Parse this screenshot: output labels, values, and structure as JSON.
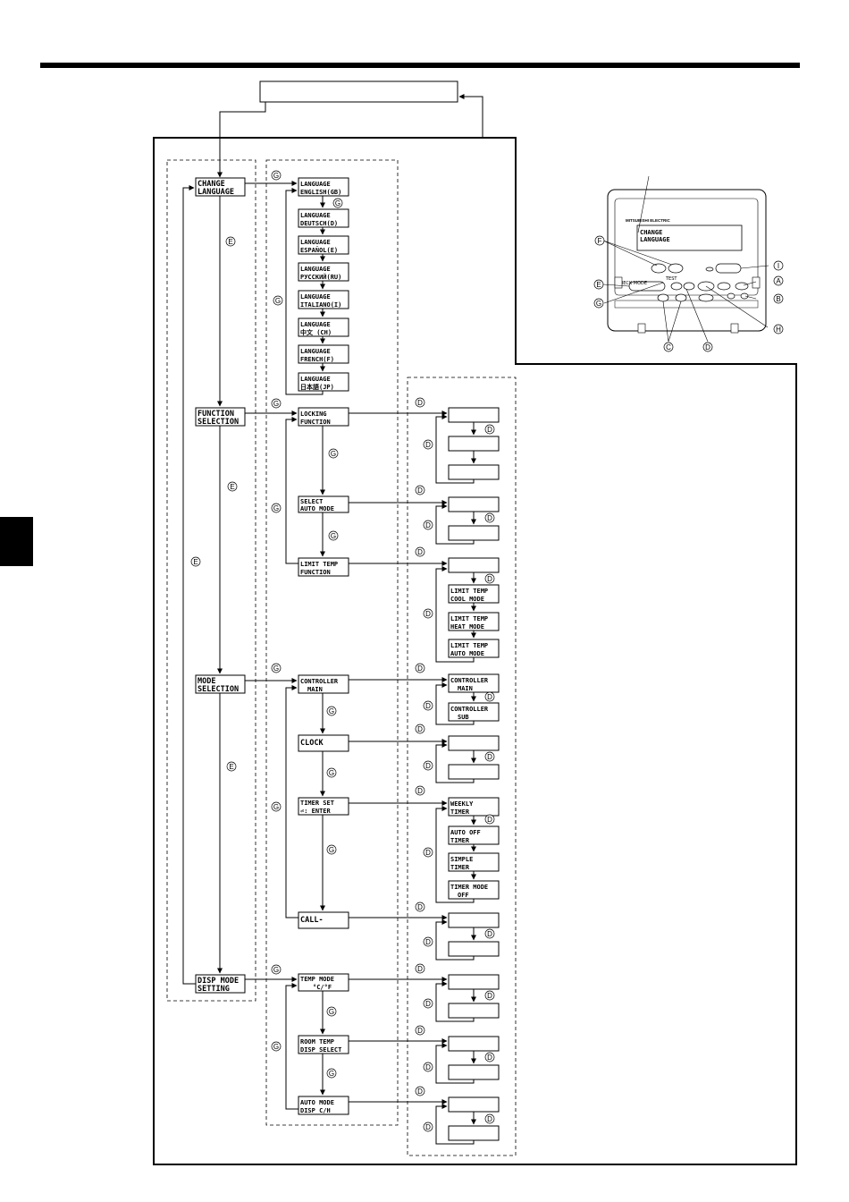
{
  "menu": {
    "change_language": [
      "CHANGE",
      "LANGUAGE"
    ],
    "function_selection": [
      "FUNCTION",
      "SELECTION"
    ],
    "mode_selection": [
      "MODE",
      "SELECTION"
    ],
    "disp_mode_setting": [
      "DISP MODE",
      "SETTING"
    ]
  },
  "languages": [
    [
      "LANGUAGE",
      "ENGLISH(GB)"
    ],
    [
      "LANGUAGE",
      "DEUTSCH(D)"
    ],
    [
      "LANGUAGE",
      "ESPAÑOL(E)"
    ],
    [
      "LANGUAGE",
      "РУССКИЙ(RU)"
    ],
    [
      "LANGUAGE",
      "ITALIANO(I)"
    ],
    [
      "LANGUAGE",
      "中文  (CH)"
    ],
    [
      "LANGUAGE",
      "FRENCH(F)"
    ],
    [
      "LANGUAGE",
      "日本語(JP)"
    ]
  ],
  "functions": {
    "locking": [
      "LOCKING",
      "FUNCTION"
    ],
    "select_auto": [
      "SELECT",
      "AUTO MODE"
    ],
    "limit_temp": [
      "LIMIT TEMP",
      "FUNCTION"
    ],
    "limit_cool": [
      "LIMIT TEMP",
      "COOL MODE"
    ],
    "limit_heat": [
      "LIMIT TEMP",
      "HEAT MODE"
    ],
    "limit_auto": [
      "LIMIT TEMP",
      "AUTO MODE"
    ]
  },
  "modes": {
    "controller_main": [
      "CONTROLLER",
      "MAIN"
    ],
    "controller_sub": [
      "CONTROLLER",
      "SUB"
    ],
    "clock": [
      "CLOCK",
      ""
    ],
    "timer_set": [
      "TIMER SET",
      "⏎: ENTER"
    ],
    "weekly_timer": [
      "WEEKLY",
      "TIMER"
    ],
    "auto_off_timer": [
      "AUTO  OFF",
      "TIMER"
    ],
    "simple_timer": [
      "SIMPLE",
      "TIMER"
    ],
    "timer_mode_off": [
      "TIMER MODE",
      "OFF"
    ],
    "call": [
      "CALL-",
      ""
    ]
  },
  "disp": {
    "temp_mode": [
      "TEMP MODE",
      "°C/°F"
    ],
    "room_temp": [
      "ROOM TEMP",
      "DISP SELECT"
    ],
    "auto_mode": [
      "AUTO MODE",
      "DISP C/H"
    ]
  },
  "markers": {
    "A": "A",
    "B": "B",
    "C": "C",
    "D": "D",
    "E": "E",
    "F": "F",
    "G": "G",
    "H": "H",
    "I": "I"
  },
  "remote": {
    "brand": "MITSUBISHI ELECTRIC",
    "screen": [
      "CHANGE",
      "LANGUAGE"
    ],
    "checkmode": "CHECK MODE",
    "test": "TEST"
  }
}
